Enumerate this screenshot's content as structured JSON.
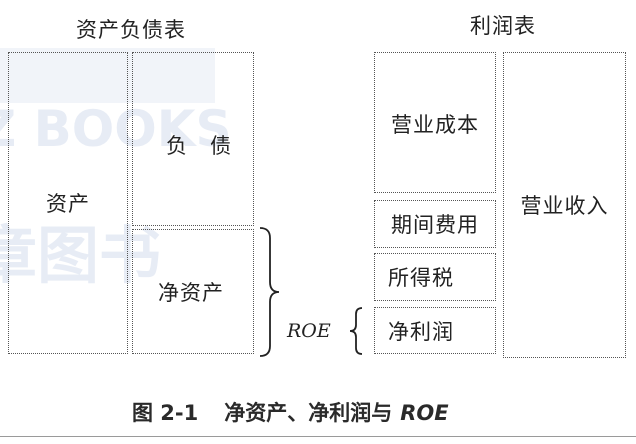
{
  "balance_sheet": {
    "title": "资产负债表",
    "assets": "资产",
    "liabilities": "负　债",
    "equity": "净资产"
  },
  "income_statement": {
    "title": "利润表",
    "cost_of_sales": "营业成本",
    "period_expenses": "期间费用",
    "income_tax": "所得税",
    "net_profit": "净利润",
    "revenue": "营业收入"
  },
  "roe_label": "ROE",
  "watermark": {
    "line1": "Z BOOKS",
    "line2": "章图书"
  },
  "caption": {
    "number": "图 2-1",
    "text": "净资产、净利润与",
    "roe": "ROE"
  },
  "colors": {
    "border": "#555555",
    "text": "#222222",
    "watermark": "#7896c8"
  }
}
